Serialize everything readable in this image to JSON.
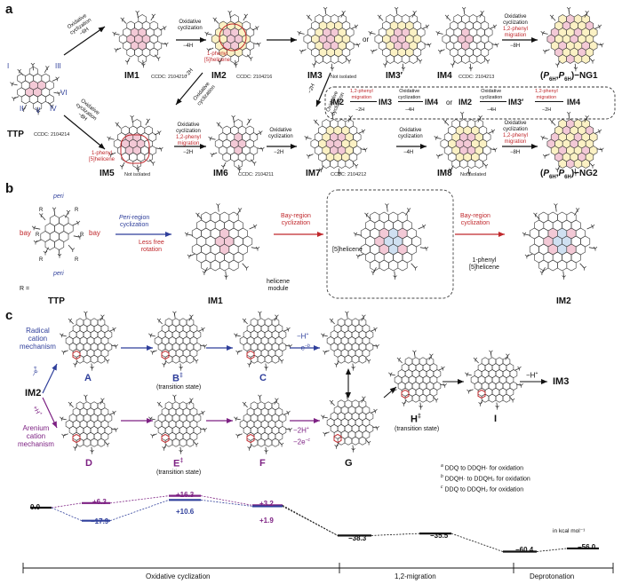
{
  "panels": {
    "a": "a",
    "b": "b",
    "c": "c"
  },
  "panel_a": {
    "ttp_label": "TTP",
    "ttp_ccdc": "CCDC: 2104214",
    "ttp_arm_labels": [
      "I",
      "II",
      "III",
      "IV",
      "V",
      "VI"
    ],
    "top_arrow": {
      "line1": "Oxidative",
      "line2": "cyclization",
      "value": "−6H"
    },
    "bottom_arrow": {
      "line1": "Oxidative",
      "line2": "cyclization",
      "value": "−8H"
    },
    "im1": {
      "label": "IM1",
      "ccdc": "CCDC: 2104210"
    },
    "im1_im2_arrow": {
      "line1": "Oxidative",
      "line2": "cyclization",
      "value": "−4H"
    },
    "im2": {
      "label": "IM2",
      "ccdc": "CCDC: 2104216",
      "annotation_line1": "1-phenyl",
      "annotation_line2": "[5]helicene"
    },
    "im3": {
      "label": "IM3",
      "note": "Not isolated"
    },
    "or_text": "or",
    "im3p": {
      "label": "IM3′"
    },
    "im4": {
      "label": "IM4",
      "ccdc": "CCDC: 2104213"
    },
    "im4_ng1_arrow": {
      "line1": "Oxidative",
      "line2": "cyclization",
      "line3": "1,2-phenyl",
      "line4": "migration",
      "value": "−8H"
    },
    "ng1": {
      "label": "(P6H,P6H)−NG1",
      "prefix": "(",
      "p1": "P",
      "s1": "6H",
      "comma": ",",
      "p2": "P",
      "s2": "6H",
      "suffix": ")−NG1"
    },
    "cross_arrows": {
      "left_value": "−2H",
      "left_line1": "Oxidative",
      "left_line2": "cyclization",
      "right_value": "−2H",
      "right_line1": "Oxidative",
      "right_line2": "cyclization"
    },
    "scheme_box": {
      "path1": [
        "IM2",
        "IM3",
        "IM4"
      ],
      "path1_arrows": [
        {
          "top1": "1,2-phenyl",
          "top2": "migration",
          "bottom": "−2H"
        },
        {
          "top1": "Oxidative",
          "top2": "cyclization",
          "bottom": "−4H"
        }
      ],
      "or_text": "or",
      "path2": [
        "IM2",
        "IM3′",
        "IM4"
      ],
      "path2_arrows": [
        {
          "top1": "Oxidative",
          "top2": "cyclization",
          "bottom": "−4H"
        },
        {
          "top1": "1,2-phenyl",
          "top2": "migration",
          "bottom": "−2H"
        }
      ]
    },
    "im5": {
      "label": "IM5",
      "note": "Not isolated",
      "annotation_line1": "1-phenyl",
      "annotation_line2": "[5]helicene"
    },
    "im5_im6_arrow": {
      "line1": "Oxidative",
      "line2": "cyclization",
      "line3": "1,2-phenyl",
      "line4": "migration",
      "value": "−2H"
    },
    "im6": {
      "label": "IM6",
      "ccdc": "CCDC: 2104211"
    },
    "im6_im7_arrow": {
      "line1": "Oxidative",
      "line2": "cyclization",
      "value": "−2H"
    },
    "im7": {
      "label": "IM7",
      "ccdc": "CCDC: 2104212"
    },
    "im7_im8_arrow": {
      "line1": "Oxidative",
      "line2": "cyclization",
      "value": "−4H"
    },
    "im8": {
      "label": "IM8",
      "note": "Not isolated"
    },
    "im8_ng2_arrow": {
      "line1": "Oxidative",
      "line2": "cyclization",
      "line3": "1,2-phenyl",
      "line4": "migration",
      "value": "−8H"
    },
    "ng2": {
      "prefix": "(",
      "p1": "P",
      "s1": "6H",
      "comma": ",",
      "p2": "P",
      "s2": "6H",
      "suffix": ")−NG2"
    }
  },
  "panel_b": {
    "peri_top": "peri",
    "peri_bottom": "peri",
    "bay_left": "bay",
    "bay_right": "bay",
    "r_labels": [
      "R",
      "R",
      "R",
      "R",
      "R",
      "R"
    ],
    "ttp_label": "TTP",
    "r_def": "R =",
    "arrow1": {
      "line1_italic": "Peri",
      "line1_rest": "-region",
      "line2": "cyclization"
    },
    "less_free_rotation_1": "Less free",
    "less_free_rotation_2": "rotation",
    "im1_label": "IM1",
    "helicene_module_1": "helicene",
    "helicene_module_2": "module",
    "arrow2": {
      "line1": "Bay-region",
      "line2": "cyclization"
    },
    "helicene5": "[5]helicene",
    "arrow3": {
      "line1": "Bay-region",
      "line2": "cyclization"
    },
    "phenyl_helicene_1": "1-phenyl",
    "phenyl_helicene_2": "[5]helicene",
    "im2_label": "IM2"
  },
  "panel_c": {
    "radical_mech": [
      "Radical",
      "cation",
      "mechanism"
    ],
    "arenium_mech": [
      "Arenium",
      "cation",
      "mechanism"
    ],
    "im2_label": "IM2",
    "minus_e": "−e",
    "minus_e_sup": "a",
    "plus_h": "+H",
    "plus_h_sup": "+",
    "species": {
      "A": "A",
      "B": "B",
      "B_sup": "‡",
      "C": "C",
      "D": "D",
      "E": "E",
      "E_sup": "‡",
      "F": "F",
      "G": "G",
      "H": "H",
      "H_sup": "‡",
      "I": "I"
    },
    "transition_state": "(transition state)",
    "c_to_g": {
      "line1": "−H",
      "line1_sup": "+",
      "line2": "−e",
      "line2_sup": "−",
      "line2_note": "b"
    },
    "f_to_g": {
      "line1": "−2H",
      "line1_sup": "+",
      "line2": "−2e",
      "line2_sup": "−",
      "line2_note": "c"
    },
    "i_to_im3": {
      "label": "−H",
      "sup": "+"
    },
    "im3_label": "IM3",
    "footnotes": [
      {
        "mark": "a",
        "text": "DDQ to DDQH· for oxidation"
      },
      {
        "mark": "b",
        "text": "DDQH· to DDQH₂ for oxidation"
      },
      {
        "mark": "c",
        "text": "DDQ to DDQH₂ for oxidation"
      }
    ],
    "units": "in kcal mol⁻¹",
    "energy_levels": [
      {
        "label": "0.0",
        "color": "#111111"
      },
      {
        "label": "+6.3",
        "color": "#7d2183"
      },
      {
        "label": "−17.9",
        "color": "#2f3f9b"
      },
      {
        "label": "+16.3",
        "color": "#7d2183"
      },
      {
        "label": "+10.6",
        "color": "#2f3f9b"
      },
      {
        "label": "+3.2",
        "color": "#7d2183"
      },
      {
        "label": "+1.9",
        "color": "#2f3f9b"
      },
      {
        "label": "−38.3",
        "color": "#111111"
      },
      {
        "label": "−35.5",
        "color": "#111111"
      },
      {
        "label": "−60.4",
        "color": "#111111"
      },
      {
        "label": "−56.0",
        "color": "#111111"
      }
    ],
    "stages": [
      "Oxidative cyclization",
      "1,2-migration",
      "Deprotonation"
    ]
  },
  "colors": {
    "blue": "#2f3f9b",
    "purple": "#7d2183",
    "red": "#c0282c",
    "pink_fill": "#f3c9d6",
    "yellow_fill": "#fbf1c4",
    "blue_fill": "#cfe0f1"
  }
}
